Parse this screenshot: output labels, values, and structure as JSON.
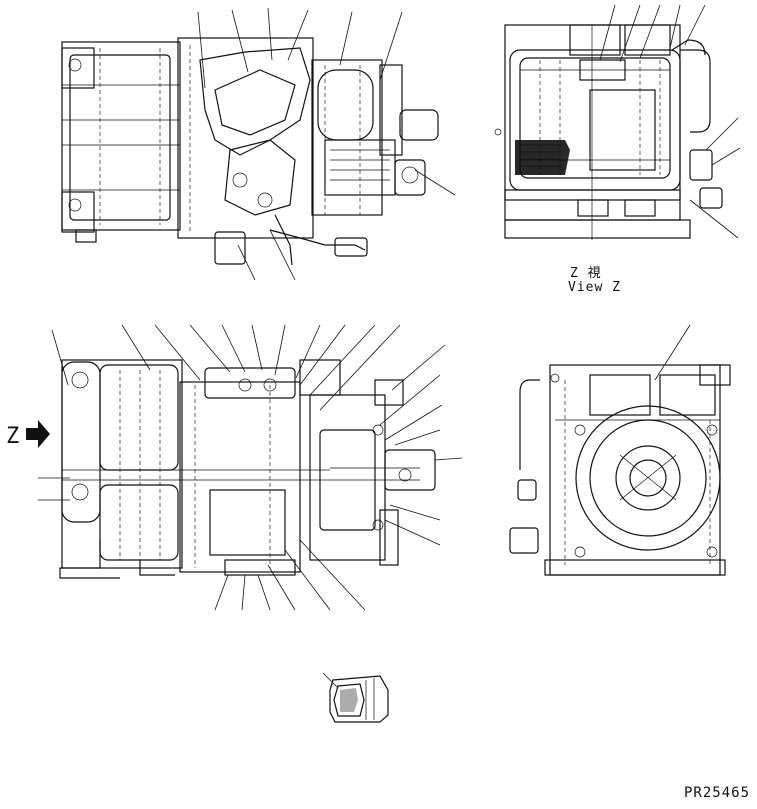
{
  "views": {
    "view_z": {
      "caption_jp": "Z 視",
      "caption_en": "View Z"
    },
    "arrow_label": "Z"
  },
  "drawing_number": "PR25465",
  "colors": {
    "ink": "#111111",
    "paper": "#ffffff"
  }
}
